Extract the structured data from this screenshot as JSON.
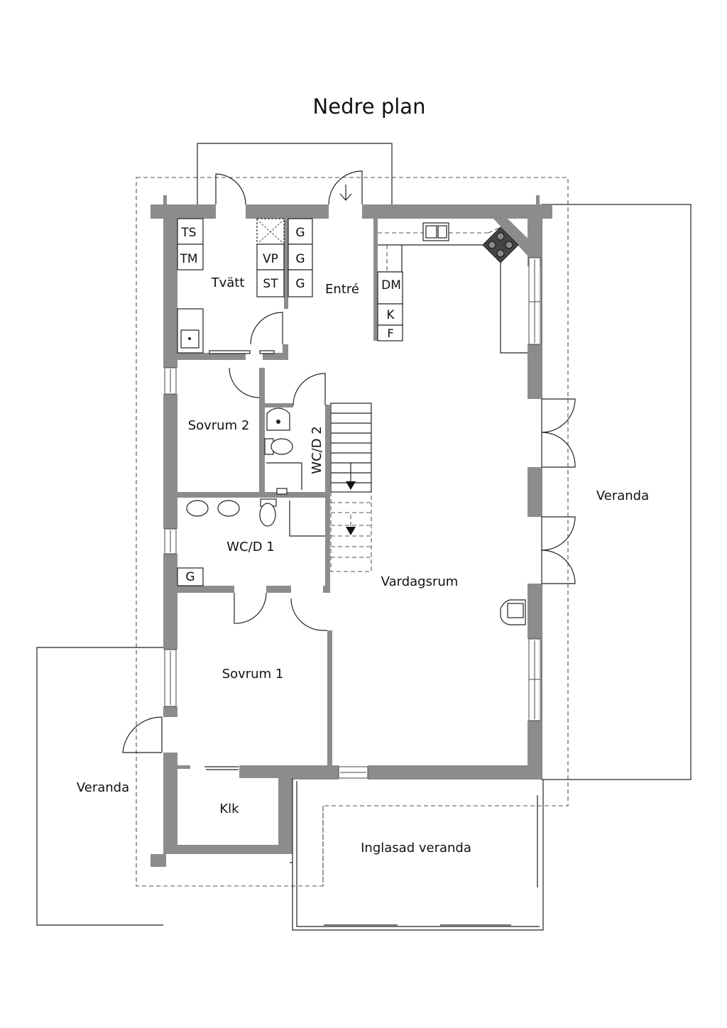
{
  "title": "Nedre plan",
  "rooms": {
    "tvatt": "Tvätt",
    "entre": "Entré",
    "sovrum2": "Sovrum 2",
    "wcd2": "WC/D 2",
    "wcd1": "WC/D 1",
    "vardagsrum": "Vardagsrum",
    "sovrum1": "Sovrum 1",
    "klk": "Klk",
    "inglasad": "Inglasad veranda",
    "veranda_right": "Veranda",
    "veranda_left": "Veranda"
  },
  "appliances": {
    "ts": "TS",
    "tm": "TM",
    "vp": "VP",
    "st": "ST",
    "g1": "G",
    "g2": "G",
    "g3": "G",
    "dm": "DM",
    "k": "K",
    "f": "F",
    "g_wc": "G"
  },
  "colors": {
    "wall": "#8c8c8c",
    "line": "#222222",
    "background": "#ffffff"
  }
}
